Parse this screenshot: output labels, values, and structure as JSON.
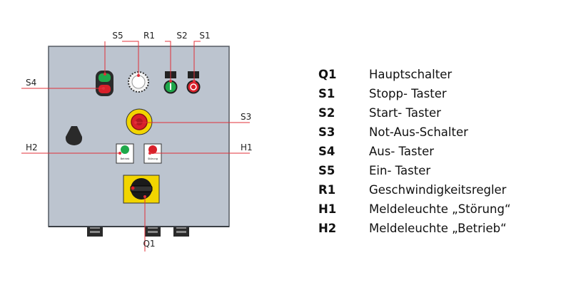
{
  "callouts": {
    "S5": "S5",
    "R1": "R1",
    "S2": "S2",
    "S1": "S1",
    "S4": "S4",
    "S3": "S3",
    "H2": "H2",
    "H1": "H1",
    "Q1": "Q1"
  },
  "lamp_labels": {
    "H2": "Betrieb",
    "H1": "Störung"
  },
  "legend": [
    {
      "code": "Q1",
      "text": "Hauptschalter"
    },
    {
      "code": "S1",
      "text": "Stopp- Taster"
    },
    {
      "code": "S2",
      "text": "Start- Taster"
    },
    {
      "code": "S3",
      "text": "Not-Aus-Schalter"
    },
    {
      "code": "S4",
      "text": "Aus- Taster"
    },
    {
      "code": "S5",
      "text": "Ein- Taster"
    },
    {
      "code": "R1",
      "text": "Geschwindigkeitsregler"
    },
    {
      "code": "H1",
      "text": "Meldeleuchte „Störung“"
    },
    {
      "code": "H2",
      "text": "Meldeleuchte „Betrieb“"
    }
  ],
  "colors": {
    "panel": "#bcc4cf",
    "leader": "#e0303a",
    "green": "#1fa84a",
    "red": "#d8202a",
    "yellow": "#f2d500"
  }
}
